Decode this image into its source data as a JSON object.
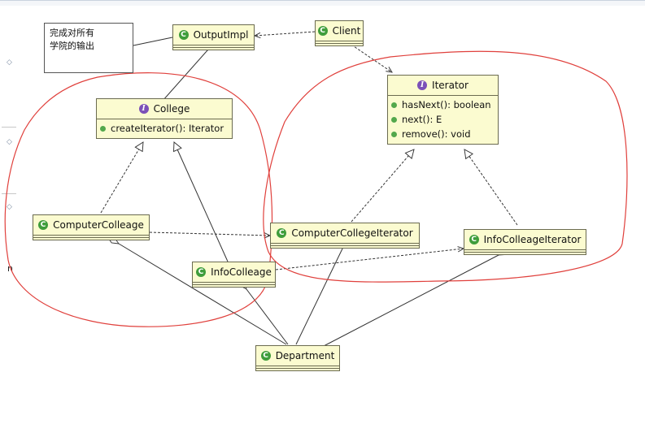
{
  "note": {
    "lines": [
      "完成对所有",
      "学院的输出"
    ]
  },
  "classes": {
    "output_impl": {
      "name": "OutputImpl",
      "kind": "class"
    },
    "client": {
      "name": "Client",
      "kind": "class"
    },
    "iterator": {
      "name": "Iterator",
      "kind": "interface",
      "operations": [
        "hasNext(): boolean",
        "next(): E",
        "remove(): void"
      ]
    },
    "college": {
      "name": "College",
      "kind": "interface",
      "operations": [
        "createIterator(): Iterator"
      ]
    },
    "computer_colleage": {
      "name": "ComputerColleage",
      "kind": "class"
    },
    "computer_college_iterator": {
      "name": "ComputerCollegeIterator",
      "kind": "class"
    },
    "info_colleage_iterator": {
      "name": "InfoColleageIterator",
      "kind": "class"
    },
    "info_colleage": {
      "name": "InfoColleage",
      "kind": "class"
    },
    "department": {
      "name": "Department",
      "kind": "class"
    }
  },
  "badges": {
    "class": "C",
    "interface": "I"
  },
  "gutter": {
    "marks": [
      "◇",
      "◇",
      "◇"
    ],
    "letter": "n"
  },
  "colors": {
    "class_fill": "#fbfbd0",
    "class_badge": "#3f9d3b",
    "interface_badge": "#7b50b8",
    "operation_dot": "#53a84c",
    "annotation_red": "#e0403c"
  },
  "icons": [
    "class-icon",
    "interface-icon",
    "operation-icon"
  ]
}
